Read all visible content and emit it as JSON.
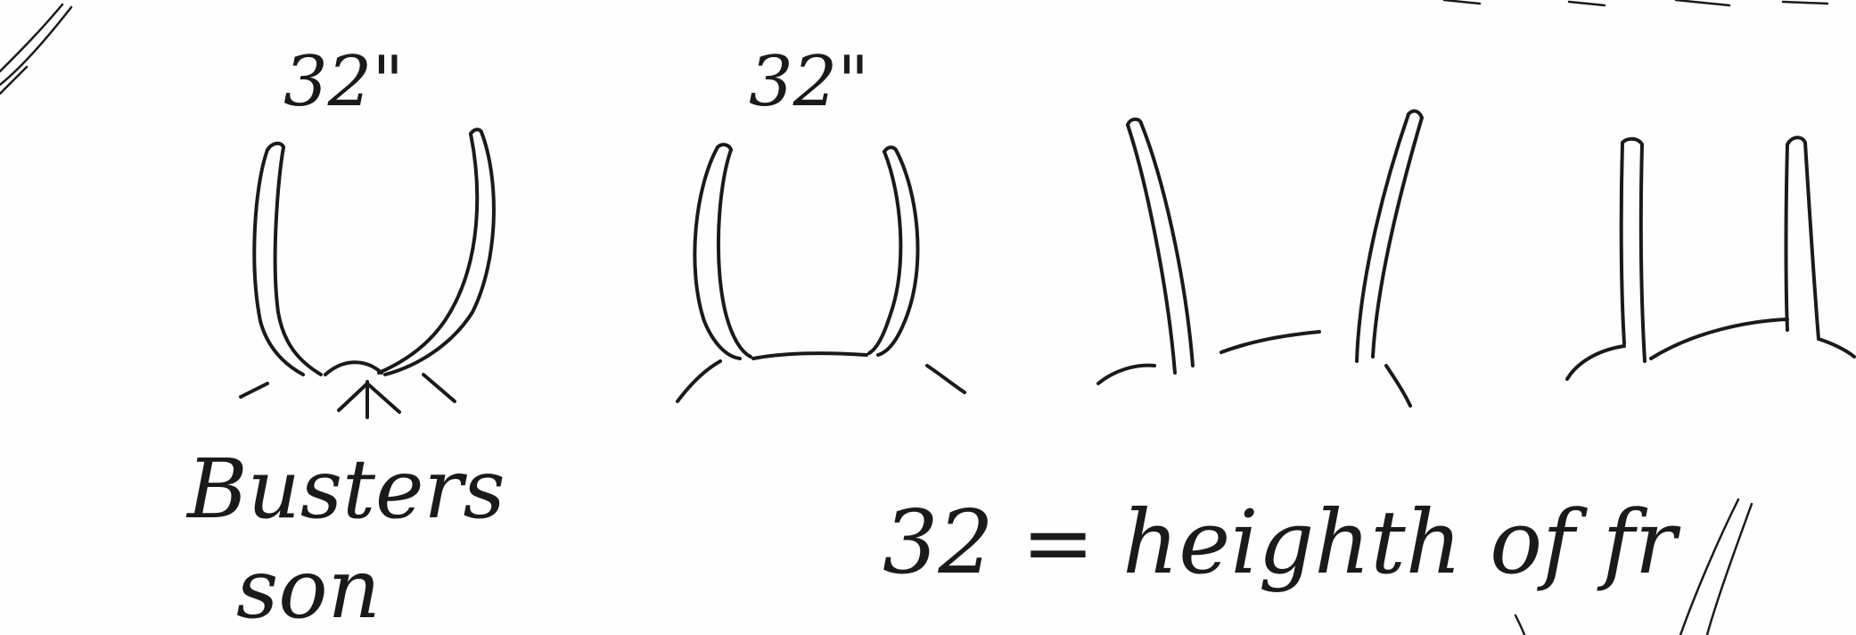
{
  "sketch": {
    "labels": {
      "dimension_1": "32\"",
      "dimension_2": "32\"",
      "caption_line_1": "Busters",
      "caption_line_2": "son",
      "note": "32 = heighth of fr"
    },
    "colors": {
      "ink": "#1a1a1a",
      "paper": "#fefefe"
    }
  }
}
